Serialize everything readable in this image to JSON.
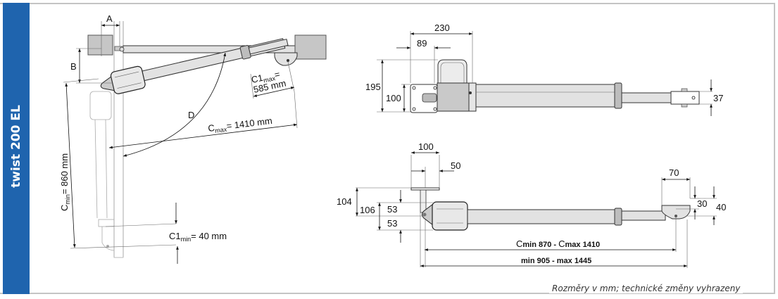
{
  "product": {
    "title": "twist 200 EL",
    "accent_color": "#1f64ae"
  },
  "footer": {
    "note": "Rozměry v mm;  technické změny vyhrazeny"
  },
  "installation_view": {
    "label_a": "A",
    "label_b": "B",
    "label_d": "D",
    "c1_max_label": "C1",
    "c1_max_sub": "max",
    "c1_max_value": "= 585 mm",
    "c1_max_line1": "=",
    "c1_max_line2": "585 mm",
    "c_max_label": "C",
    "c_max_sub": "max",
    "c_max_value": "= 1410 mm",
    "c_min_label": "C",
    "c_min_sub": "min",
    "c_min_value": "= 860 mm",
    "c1_min_label": "C1",
    "c1_min_sub": "min",
    "c1_min_value": "= 40 mm"
  },
  "side_view": {
    "dim_total_width": "230",
    "dim_offset": "89",
    "dim_height": "195",
    "dim_plate": "100",
    "dim_rod": "37"
  },
  "top_view": {
    "dim_bracket_width": "100",
    "dim_bracket_offset": "50",
    "dim_104": "104",
    "dim_106": "106",
    "dim_53_upper": "53",
    "dim_53_lower": "53",
    "dim_70": "70",
    "dim_30": "30",
    "dim_40": "40",
    "stroke_label_cmin": "C",
    "stroke_label_cmin_rest": "min 870 - ",
    "stroke_label_cmax": "C",
    "stroke_label_cmax_rest": "max 1410",
    "overall_label": "min 905 - max 1445"
  }
}
